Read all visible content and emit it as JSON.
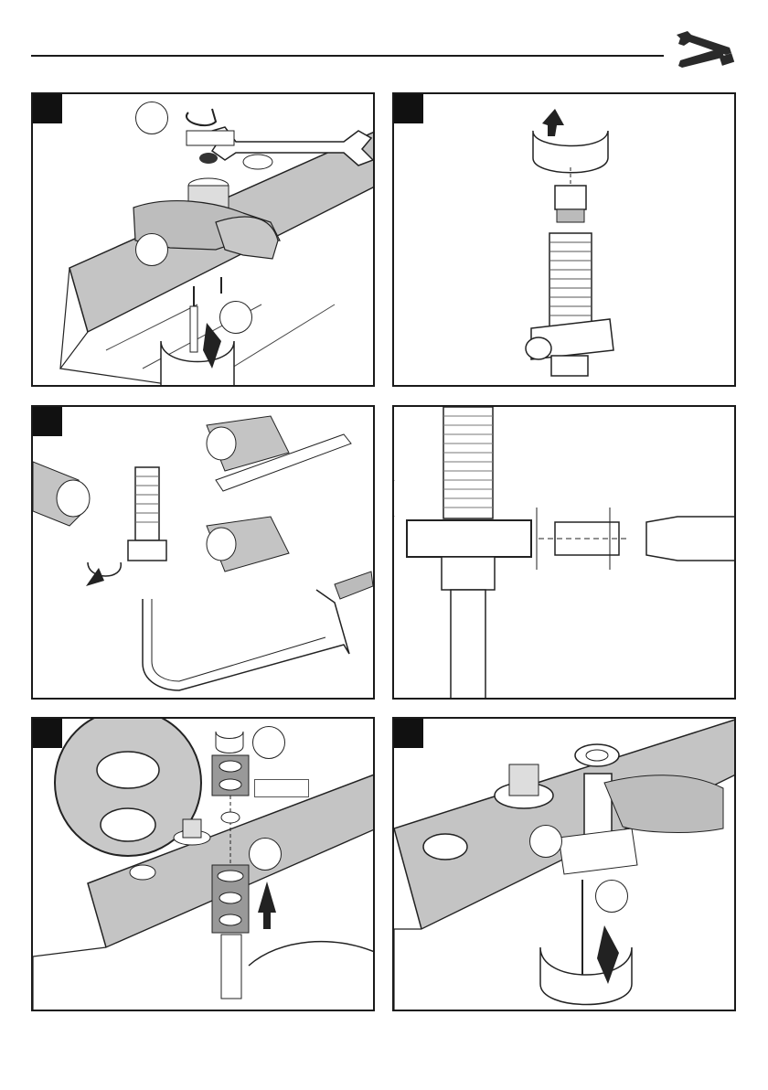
{
  "page": {
    "header_icon": "wrench-screwdriver-icon",
    "colors": {
      "line": "#1a1a1a",
      "surface_gray": "#b8b8b8",
      "surface_dark": "#8a8a8a",
      "white": "#ffffff"
    }
  },
  "panels": [
    {
      "id": 1,
      "content": "loosen-nut-remove-screws"
    },
    {
      "id": 2,
      "content": "rotate-thread-insert"
    },
    {
      "id": 3,
      "content": "connect-hoses"
    },
    {
      "id": 4,
      "content": "detail-connection-measure"
    },
    {
      "id": 5,
      "content": "insert-washers-from-below"
    },
    {
      "id": 6,
      "content": "mount-and-screw-tight"
    }
  ]
}
